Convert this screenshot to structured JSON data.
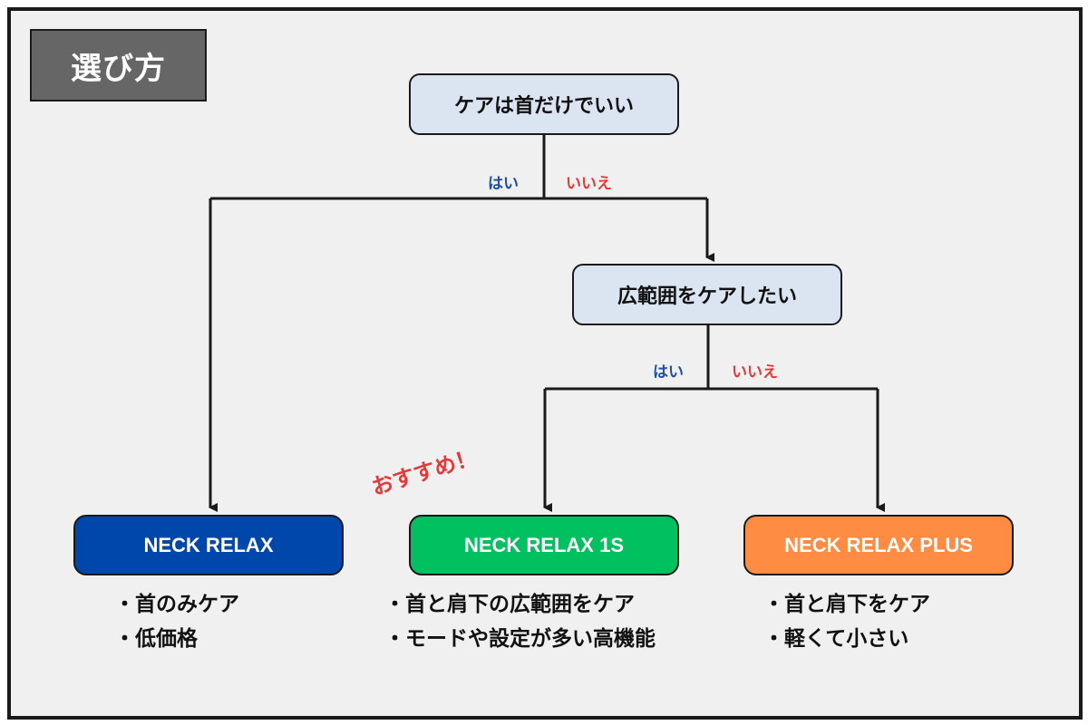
{
  "header": {
    "title": "選び方"
  },
  "questions": {
    "q1": "ケアは首だけでいい",
    "q2": "広範囲をケアしたい"
  },
  "branch_labels": {
    "yes": "はい",
    "no": "いいえ"
  },
  "recommend_label": "おすすめ！",
  "products": [
    {
      "name": "NECK RELAX",
      "color": "#0047ab",
      "features": [
        "・首のみケア",
        "・低価格"
      ]
    },
    {
      "name": "NECK RELAX 1S",
      "color": "#00c060",
      "features": [
        "・首と肩下の広範囲をケア",
        "・モードや設定が多い高機能"
      ]
    },
    {
      "name": "NECK RELAX PLUS",
      "color": "#ff8c42",
      "features": [
        "・首と肩下をケア",
        "・軽くて小さい"
      ]
    }
  ]
}
